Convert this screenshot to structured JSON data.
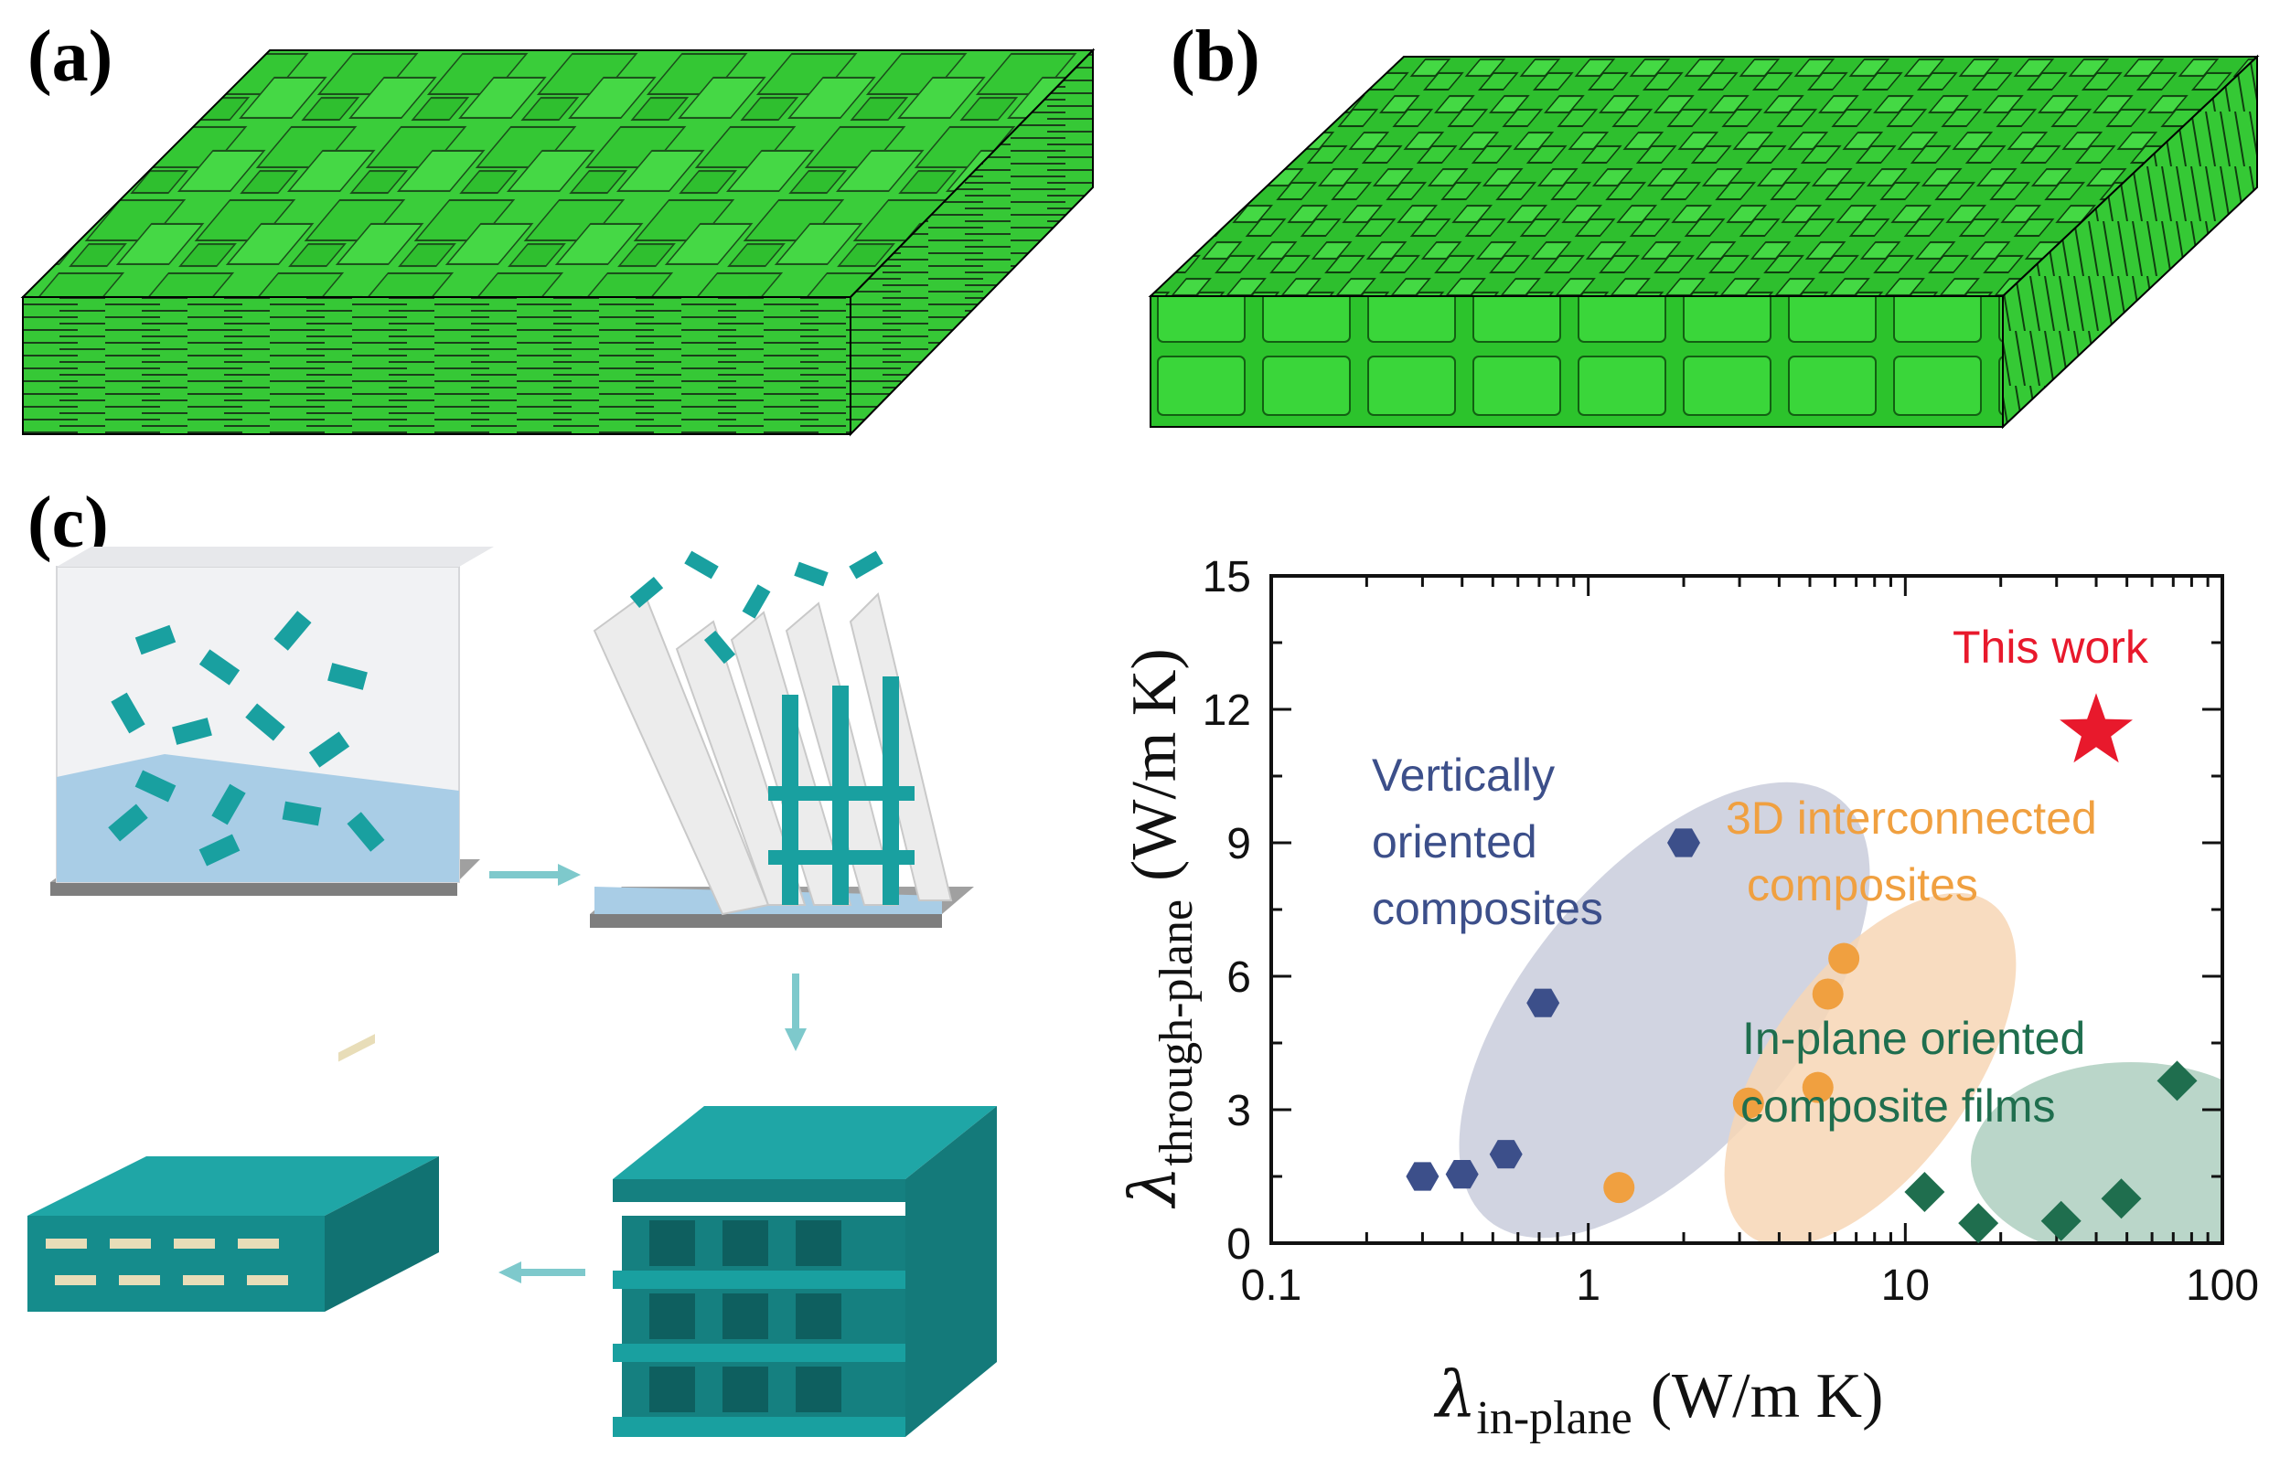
{
  "panels": {
    "a": "(a)",
    "b": "(b)",
    "c": "(c)"
  },
  "colors": {
    "flake_green": "#33cc33",
    "teal": "#1a9c9c",
    "ice_blue": "#9cc4de"
  },
  "chart_data": {
    "type": "scatter",
    "x_scale": "log",
    "xlim": [
      0.1,
      100
    ],
    "ylim": [
      0,
      15
    ],
    "xticks": [
      "0.1",
      "1",
      "10",
      "100"
    ],
    "yticks": [
      "0",
      "3",
      "6",
      "9",
      "12",
      "15"
    ],
    "xlabel": {
      "symbol": "λ",
      "subscript": "in-plane",
      "unit": "(W/m K)"
    },
    "ylabel": {
      "symbol": "λ",
      "subscript": "through-plane",
      "unit": "(W/m K)"
    },
    "grid": false,
    "series": [
      {
        "name": "Vertically oriented composites",
        "marker": "hexagon",
        "color": "#3c4f8a",
        "points": [
          [
            0.3,
            1.5
          ],
          [
            0.4,
            1.55
          ],
          [
            0.55,
            2.0
          ],
          [
            0.72,
            5.4
          ],
          [
            2.0,
            9.0
          ]
        ]
      },
      {
        "name": "3D interconnected composites",
        "marker": "circle",
        "color": "#f0a040",
        "points": [
          [
            1.25,
            1.25
          ],
          [
            3.2,
            3.15
          ],
          [
            5.3,
            3.5
          ],
          [
            5.7,
            5.6
          ],
          [
            6.4,
            6.4
          ]
        ]
      },
      {
        "name": "In-plane oriented composite films",
        "marker": "diamond",
        "color": "#1f6e4e",
        "points": [
          [
            11.5,
            1.15
          ],
          [
            17,
            0.45
          ],
          [
            31,
            0.5
          ],
          [
            48,
            1.0
          ],
          [
            72,
            3.65
          ]
        ]
      },
      {
        "name": "This work",
        "marker": "star",
        "color": "#e8192c",
        "points": [
          [
            40,
            11.5
          ]
        ]
      }
    ],
    "annotations": [
      {
        "lines": [
          "Vertically",
          "oriented",
          "composites"
        ],
        "color": "#3c4f8a"
      },
      {
        "lines": [
          "3D interconnected",
          "composites"
        ],
        "color": "#f0a040"
      },
      {
        "lines": [
          "In-plane oriented",
          "composite films"
        ],
        "color": "#1f6e4e"
      },
      {
        "lines": [
          "This work"
        ],
        "color": "#e8192c"
      }
    ]
  }
}
